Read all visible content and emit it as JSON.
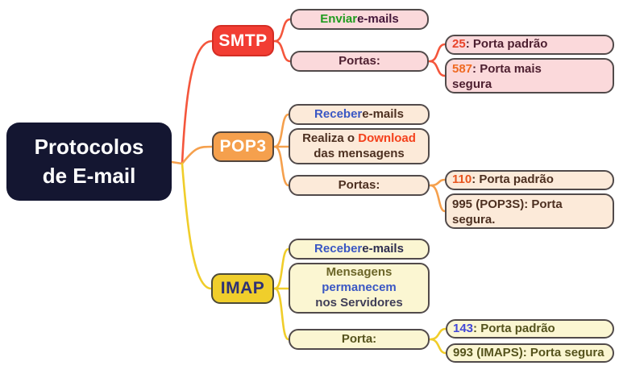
{
  "root": {
    "line1": "Protocolos",
    "line2": "de E-mail"
  },
  "branches": {
    "smtp": {
      "label": "SMTP",
      "enviar": {
        "highlight": "Enviar",
        "rest": " e-mails"
      },
      "portas_label": "Portas:",
      "port_default": {
        "num": "25",
        "rest": ": Porta padrão"
      },
      "port_secure": {
        "num": "587",
        "rest": ": Porta mais segura"
      }
    },
    "pop3": {
      "label": "POP3",
      "receber": {
        "highlight": "Receber",
        "rest": " e-mails"
      },
      "realiza": {
        "pre": "Realiza o ",
        "highlight": "Download",
        "post": "das mensagens"
      },
      "portas_label": "Portas:",
      "port_default": {
        "num": "110",
        "rest": ": Porta padrão"
      },
      "port_secure": {
        "text": "995 (POP3S): Porta segura."
      }
    },
    "imap": {
      "label": "IMAP",
      "receber": {
        "highlight": "Receber",
        "rest": " e-mails"
      },
      "mensagens": {
        "line1": "Mensagens",
        "line2": "permanecem",
        "line3": "nos Servidores"
      },
      "porta_label": "Porta:",
      "port_default": {
        "num": "143",
        "rest": ": Porta padrão"
      },
      "port_secure": {
        "text": "993 (IMAPS): Porta segura"
      }
    }
  },
  "colors": {
    "root_bg": "#141631",
    "smtp_accent": "#f23d33",
    "pop3_accent": "#f5a04d",
    "imap_accent": "#f0ce2b",
    "smtp_leaf_bg": "#fbd9db",
    "pop3_leaf_bg": "#fcead9",
    "imap_leaf_bg": "#fbf6d2",
    "line_red": "#f4563c",
    "line_orange": "#f5a04d",
    "line_yellow": "#f0cd2a"
  }
}
